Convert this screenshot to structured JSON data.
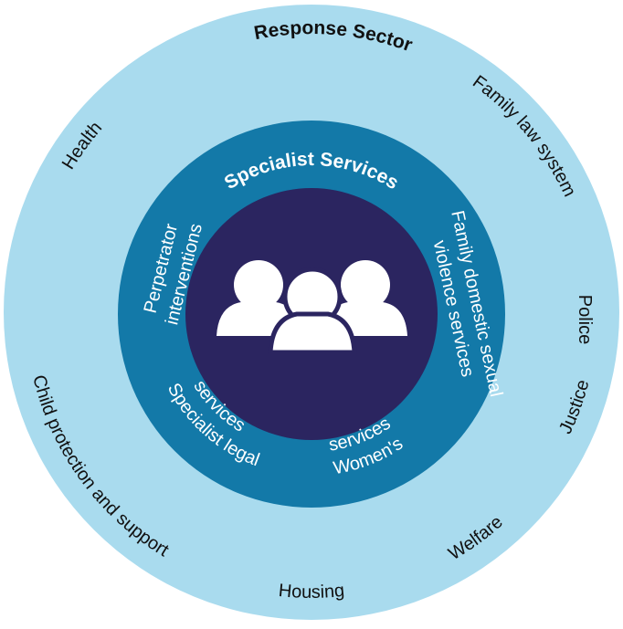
{
  "colors": {
    "outer_ring": "#a9dbee",
    "middle_ring": "#1379a8",
    "center": "#2b2560",
    "people_icon": "#ffffff",
    "outer_text": "#111111",
    "inner_text": "#ffffff"
  },
  "outer_ring": {
    "title": "Response Sector",
    "labels": {
      "family_law": "Family law system",
      "police": "Police",
      "justice": "Justice",
      "welfare": "Welfare",
      "housing": "Housing",
      "child_protection": "Child protection and support",
      "health": "Health"
    }
  },
  "middle_ring": {
    "title": "Specialist Services",
    "labels": {
      "fdsv_line1": "Family domestic sexual",
      "fdsv_line2": "violence services",
      "womens_line1": "Women's",
      "womens_line2": "services",
      "legal_line1": "Specialist legal",
      "legal_line2": "services",
      "perp_line1": "Perpetrator",
      "perp_line2": "interventions"
    }
  },
  "center": {
    "icon": "people-group-icon"
  }
}
